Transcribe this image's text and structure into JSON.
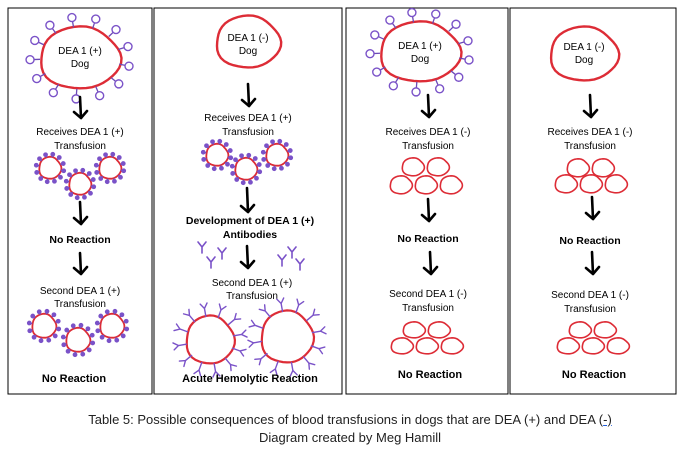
{
  "colors": {
    "cell_membrane": "#dd2c36",
    "receptor_stem": "#6c4ab6",
    "receptor_head": "#7a52c8",
    "antibody": "#7a52c8",
    "caption_underline": "#1e5bd8"
  },
  "panels": [
    {
      "dog": {
        "line1": "DEA 1 (+)",
        "line2": "Dog",
        "has_receptors": true
      },
      "steps": {
        "transfusion1": {
          "line1": "Receives DEA 1 (+)",
          "line2": "Transfusion"
        },
        "reaction1": "No Reaction",
        "transfusion2": {
          "line1": "Second DEA 1 (+)",
          "line2": "Transfusion"
        },
        "final": "No Reaction"
      }
    },
    {
      "dog": {
        "line1": "DEA 1 (-)",
        "line2": "Dog",
        "has_receptors": false
      },
      "steps": {
        "transfusion1": {
          "line1": "Receives DEA 1 (+)",
          "line2": "Transfusion"
        },
        "reaction1": {
          "line1": "Development of DEA 1 (+)",
          "line2": "Antibodies"
        },
        "transfusion2": {
          "line1": "Second DEA 1 (+)",
          "line2": "Transfusion"
        },
        "final": "Acute Hemolytic Reaction"
      }
    },
    {
      "dog": {
        "line1": "DEA 1 (+)",
        "line2": "Dog",
        "has_receptors": true
      },
      "steps": {
        "transfusion1": {
          "line1": "Receives DEA 1 (-)",
          "line2": "Transfusion"
        },
        "reaction1": "No Reaction",
        "transfusion2": {
          "line1": "Second DEA 1 (-)",
          "line2": "Transfusion"
        },
        "final": "No Reaction"
      }
    },
    {
      "dog": {
        "line1": "DEA 1 (-)",
        "line2": "Dog",
        "has_receptors": false
      },
      "steps": {
        "transfusion1": {
          "line1": "Receives DEA 1 (-)",
          "line2": "Transfusion"
        },
        "reaction1": "No Reaction",
        "transfusion2": {
          "line1": "Second DEA 1 (-)",
          "line2": "Transfusion"
        },
        "final": "No Reaction"
      }
    }
  ],
  "caption": {
    "line1_main": "Table 5:  Possible consequences of blood transfusions in dogs that are DEA (+) and DEA (",
    "line1_underlined": "-)",
    "line2": "Diagram created by Meg Hamill"
  }
}
